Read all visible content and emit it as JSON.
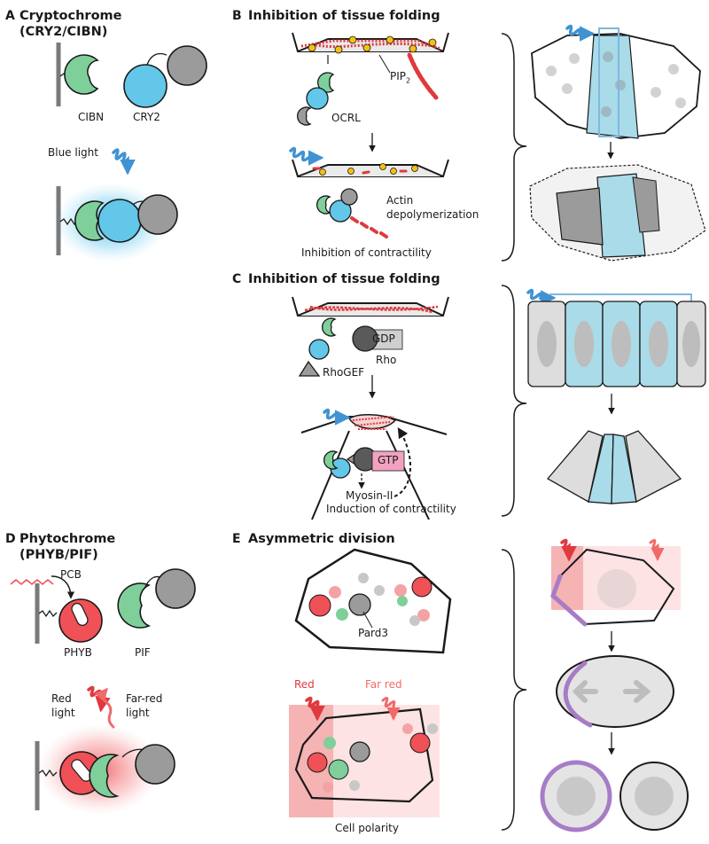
{
  "panels": {
    "a": {
      "letter": "A",
      "title_line1": "Cryptochrome",
      "title_line2": "(CRY2/CIBN)",
      "labels": {
        "cibn": "CIBN",
        "cry2": "CRY2",
        "blue_light": "Blue light"
      }
    },
    "b": {
      "letter": "B",
      "title": "Inhibition of tissue folding",
      "labels": {
        "pip2": "PIP",
        "pip2_sub": "2",
        "ocrl": "OCRL",
        "actin_line1": "Actin",
        "actin_line2": "depolymerization",
        "caption": "Inhibition of contractility"
      }
    },
    "c": {
      "letter": "C",
      "title": "Inhibition of tissue folding",
      "labels": {
        "gdp": "GDP",
        "rho": "Rho",
        "rhogef": "RhoGEF",
        "gtp": "GTP",
        "myosin": "Myosin-II",
        "caption": "Induction of contractility"
      }
    },
    "d": {
      "letter": "D",
      "title_line1": "Phytochrome",
      "title_line2": "(PHYB/PIF)",
      "labels": {
        "pcb": "PCB",
        "phyb": "PHYB",
        "pif": "PIF",
        "red_line1": "Red",
        "red_line2": "light",
        "farred_line1": "Far-red",
        "farred_line2": "light"
      }
    },
    "e": {
      "letter": "E",
      "title": "Asymmetric division",
      "labels": {
        "pard3": "Pard3",
        "red": "Red",
        "far_red": "Far red",
        "caption": "Cell polarity"
      }
    }
  },
  "colors": {
    "cibn_green": "#7fcf9b",
    "cry2_blue": "#62c7e8",
    "gray": "#9b9b9b",
    "actin_red": "#e0393e",
    "pip2_yellow": "#f5c013",
    "cell_blue": "#a9dbe9",
    "cell_gray": "#dddddd",
    "gtp_pink": "#f2a2c0",
    "phyb_red": "#ef5156",
    "purple": "#a77cc6",
    "light_blue": "#3f93d3"
  }
}
